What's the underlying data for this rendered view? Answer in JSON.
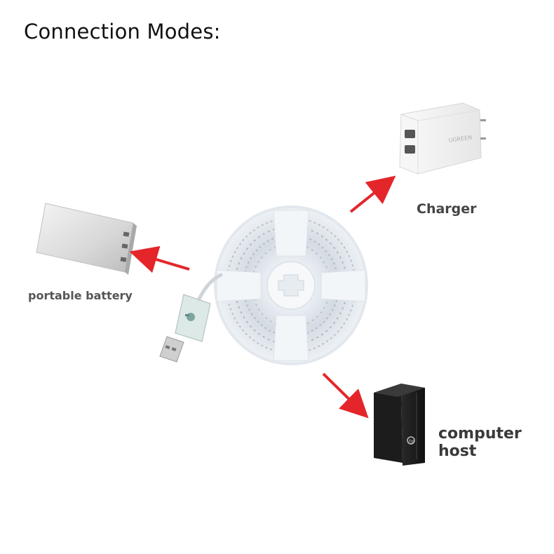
{
  "title": "Connection Modes:",
  "devices": {
    "battery": {
      "label": "portable battery",
      "icon": "power-bank-icon"
    },
    "charger": {
      "label": "Charger",
      "icon": "usb-wall-charger-icon",
      "brand_text": "UGREEN"
    },
    "computer": {
      "label_line1": "computer",
      "label_line2": "host",
      "icon": "desktop-tower-icon"
    }
  },
  "center": {
    "icon": "led-strip-reel-icon",
    "connector_icon": "usb-plug-icon"
  },
  "colors": {
    "arrow": "#e4262b",
    "text": "#111111",
    "label": "#4a4a4a"
  }
}
